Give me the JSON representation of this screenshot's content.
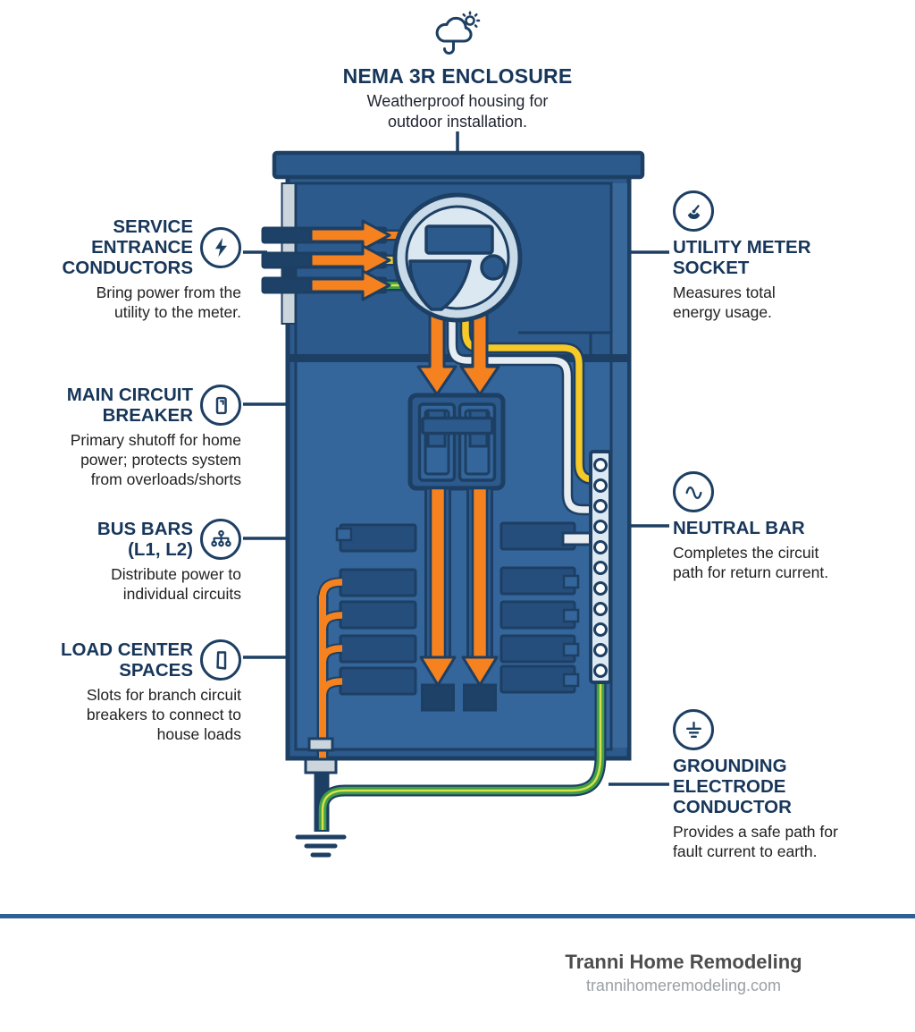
{
  "header": {
    "title": "NEMA 3R ENCLOSURE",
    "description": "Weatherproof housing for outdoor installation.",
    "icon": "cloud-weather-icon"
  },
  "labels_left": [
    {
      "title": "SERVICE ENTRANCE CONDUCTORS",
      "description": "Bring power from the utility to the meter.",
      "icon": "lightning-bolt-icon"
    },
    {
      "title": "MAIN CIRCUIT BREAKER",
      "description": "Primary shutoff for home power; protects system from overloads/shorts",
      "icon": "breaker-switch-icon"
    },
    {
      "title": "BUS BARS (L1, L2)",
      "description": "Distribute power to individual circuits",
      "icon": "distribution-nodes-icon"
    },
    {
      "title": "LOAD CENTER SPACES",
      "description": "Slots for branch circuit breakers to connect to house loads",
      "icon": "blank-slot-icon"
    }
  ],
  "labels_right": [
    {
      "title": "UTILITY METER SOCKET",
      "description": "Measures total energy usage.",
      "icon": "gauge-icon"
    },
    {
      "title": "NEUTRAL BAR",
      "description": "Completes the circuit path for return current.",
      "icon": "sine-wave-icon"
    },
    {
      "title": "GROUNDING ELECTRODE CONDUCTOR",
      "description": "Provides a safe path for fault current to earth.",
      "icon": "earth-ground-icon"
    }
  ],
  "footer": {
    "brand": "Tranni Home Remodeling",
    "website": "trannihomeremodeling.com"
  },
  "colors": {
    "outline_navy": "#1d3f63",
    "heading_navy": "#17365a",
    "panel_blue": "#2d5a8c",
    "panel_inner_blue": "#34659b",
    "slot_blue": "#264e7c",
    "dark_slot_blue": "#1e4167",
    "wire_orange": "#f5821f",
    "wire_yellow": "#f7c927",
    "wire_white": "#e8edf1",
    "wire_green": "#3fa047",
    "wire_green_stripe": "#d9e04a",
    "meter_face": "#dbe8f2",
    "meter_ring": "#c9dbe9",
    "neutral_bar": "#dde9f2",
    "gray_fitting": "#ccd5dc",
    "divider_blue": "#2e5f95"
  }
}
